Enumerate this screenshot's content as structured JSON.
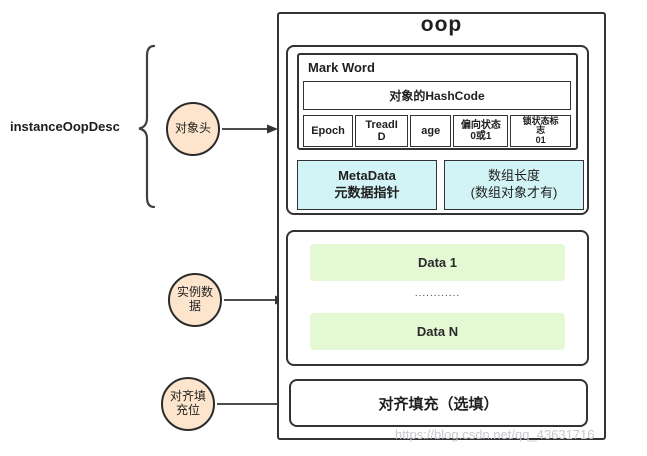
{
  "diagram": {
    "title": "oop",
    "left_label": "instanceOopDesc",
    "circles": {
      "object_header": "对象头",
      "instance_data": "实例数\n据",
      "align_padding": "对齐填\n充位"
    },
    "mark_word": {
      "title": "Mark Word",
      "hashcode": "对象的HashCode",
      "cells": [
        {
          "label": "Epoch"
        },
        {
          "label": "TreadI\nD"
        },
        {
          "label": "age"
        },
        {
          "label": "偏向状态\n0或1"
        },
        {
          "label": "锁状态标\n志\n01"
        }
      ]
    },
    "metadata_box": "MetaData\n元数据指针",
    "array_length_box": "数组长度\n(数组对象才有)",
    "instance": {
      "data1": "Data 1",
      "dots": "............",
      "dataN": "Data N"
    },
    "padding_label": "对齐填充（选填）",
    "watermark": "https://blog.csdn.net/qq_43631716",
    "colors": {
      "border": "#333333",
      "circle_fill": "#fce5cc",
      "cyan_fill": "#d3f4f6",
      "green_fill": "#e4f8d3",
      "watermark_text": "#c7c9ce"
    }
  }
}
